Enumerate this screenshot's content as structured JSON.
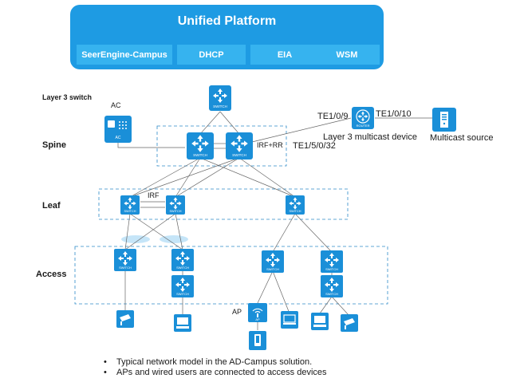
{
  "platform": {
    "title": "Unified Platform",
    "boxes": [
      "SeerEngine-Campus",
      "DHCP",
      "EIA",
      "WSM"
    ]
  },
  "layers": {
    "layer3_switch": "Layer 3 switch",
    "spine": "Spine",
    "leaf": "Leaf",
    "access": "Access"
  },
  "labels": {
    "ac": "AC",
    "irf_rr": "IRF+RR",
    "irf": "IRF",
    "ap": "AP",
    "te1_0_9": "TE1/0/9",
    "te1_0_10": "TE1/0/10",
    "te1_5_0_32": "TE1/5/0/32",
    "l3_multicast": "Layer 3 multicast device",
    "multicast_source": "Multicast source"
  },
  "icon_text": {
    "switch": "SWITCH",
    "router": "ROUTER",
    "ac": "AC",
    "ap": "AP"
  },
  "notes": [
    "Typical network model in the AD-Campus solution.",
    "APs and wired users are connected to access devices"
  ],
  "colors": {
    "platform": "#1e9be3",
    "platform_box": "#36b3ef",
    "icon": "#1a8fd8",
    "link": "#666666",
    "zone_border": "#2d8bc9"
  }
}
